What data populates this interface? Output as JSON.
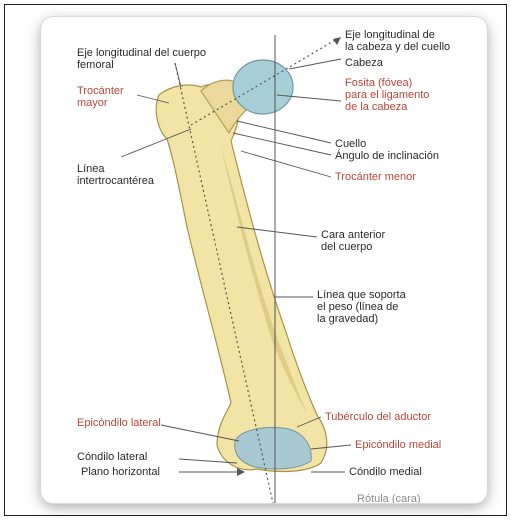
{
  "labels": {
    "eje_longitudinal_cuerpo": [
      "Eje longitudinal del cuerpo",
      "femoral"
    ],
    "eje_longitudinal_cabeza": [
      "Eje longitudinal de",
      "la cabeza y del cuello"
    ],
    "cabeza": "Cabeza",
    "trocanter_mayor": [
      "Trocánter",
      "mayor"
    ],
    "fosita": [
      "Fosita (fóvea)",
      "para el ligamento",
      "de la cabeza"
    ],
    "cuello": "Cuello",
    "angulo_inclinacion": "Ángulo de inclinación",
    "linea_intertrocanterea": [
      "Línea",
      "intertrocantérea"
    ],
    "trocanter_menor": "Trocánter menor",
    "cara_anterior": [
      "Cara anterior",
      "del cuerpo"
    ],
    "linea_peso": [
      "Línea que soporta",
      "el peso (línea de",
      "la gravedad)"
    ],
    "epicondilo_lateral": "Epicóndilo lateral",
    "tuberculo_aductor": "Tubérculo del aductor",
    "epicondilo_medial": "Epicóndilo medial",
    "condilo_lateral": "Cóndilo lateral",
    "plano_horizontal": "Plano horizontal",
    "condilo_medial": "Cóndilo medial",
    "bottom_cut": "Rótula (cara)"
  },
  "colors": {
    "bone": "#f1e4a4",
    "bone_shadow": "#d8c27a",
    "head": "#a8cfd8",
    "condyle": "#a9c9d2",
    "label_black": "#2a2a2a",
    "label_red": "#b5473b"
  }
}
